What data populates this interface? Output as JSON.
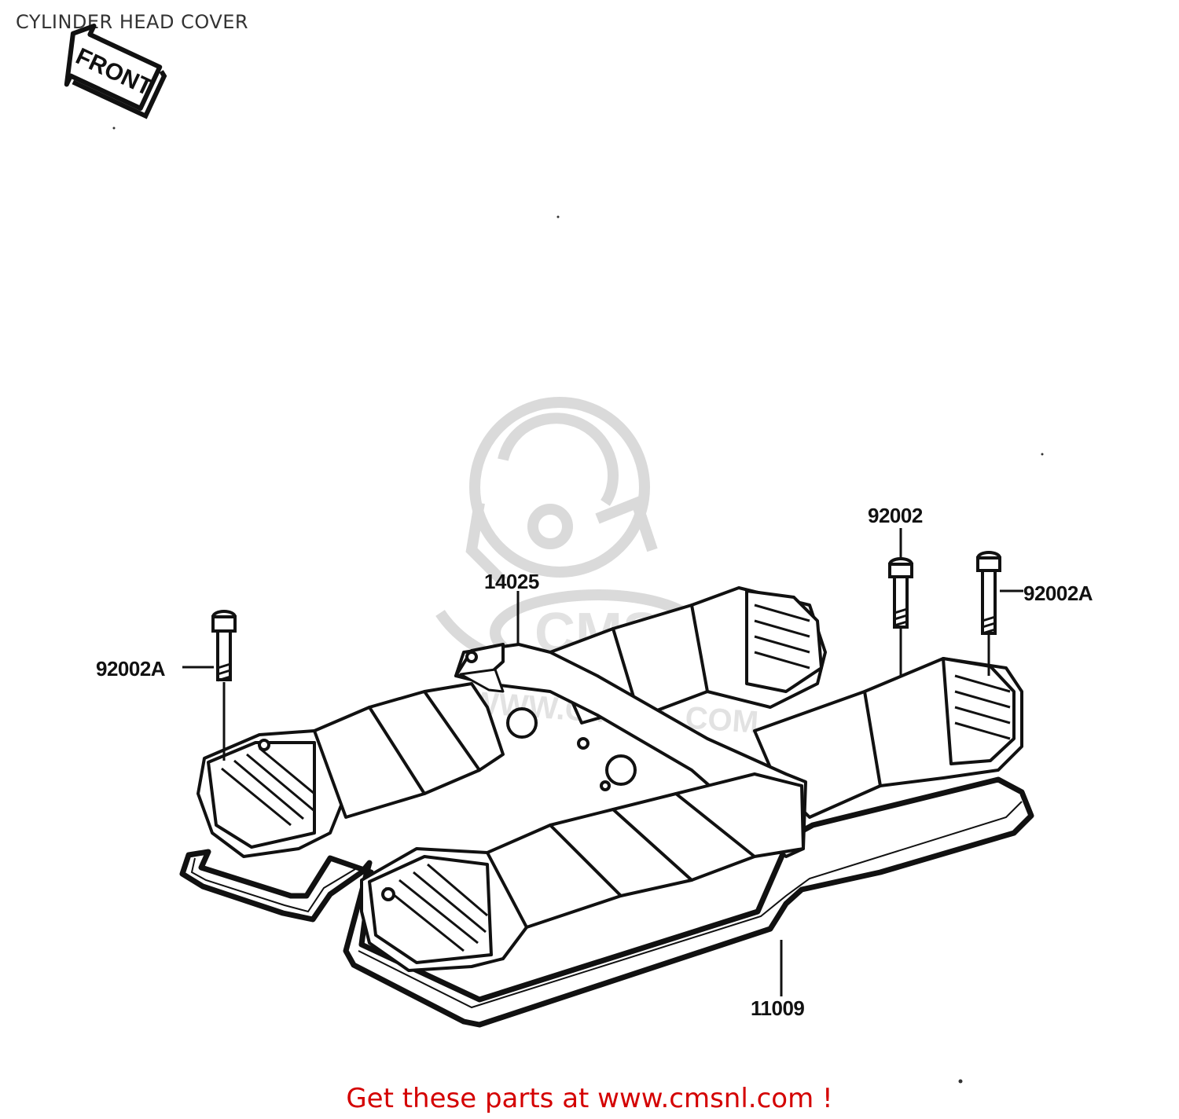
{
  "page": {
    "title": "CYLINDER HEAD COVER",
    "footer_text": "Get these parts at www.cmsnl.com !"
  },
  "front_badge": {
    "text": "FRONT"
  },
  "watermark": {
    "text": "WWW.CMSNL.COM",
    "initials": "CMS"
  },
  "parts": [
    {
      "number": "14025"
    },
    {
      "number": "92002"
    },
    {
      "number": "92002A"
    },
    {
      "number": "92002A"
    },
    {
      "number": "11009"
    }
  ],
  "colors": {
    "footer": "#d40000",
    "ink": "#111111",
    "watermark": "#bdbdbd"
  }
}
